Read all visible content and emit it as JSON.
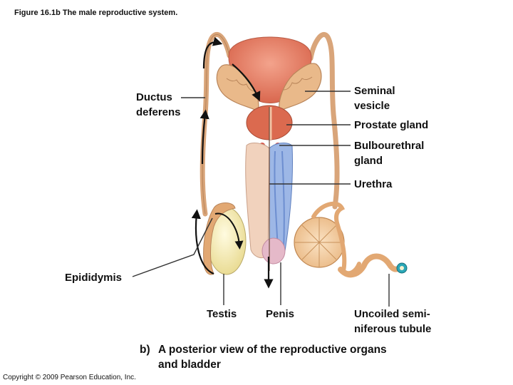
{
  "figure_title": "Figure 16.1b  The male reproductive system.",
  "labels": {
    "ductus_deferens": [
      "Ductus",
      "deferens"
    ],
    "seminal_vesicle": [
      "Seminal",
      "vesicle"
    ],
    "prostate_gland": [
      "Prostate gland"
    ],
    "bulbourethral_gland": [
      "Bulbourethral",
      "gland"
    ],
    "urethra": [
      "Urethra"
    ],
    "epididymis": [
      "Epididymis"
    ],
    "testis": [
      "Testis"
    ],
    "penis": [
      "Penis"
    ],
    "uncoiled_tubule": [
      "Uncoiled semi-",
      "niferous tubule"
    ]
  },
  "caption": {
    "prefix": "b)",
    "line1": "A posterior view of the reproductive organs",
    "line2": "and bladder"
  },
  "copyright": "Copyright © 2009 Pearson Education, Inc.",
  "colors": {
    "duct": "#d9a57a",
    "bladder": "#e8826a",
    "prostate": "#db6a4f",
    "vesicle": "#e9b98a",
    "penis_tissue": "#f1d2bd",
    "spongy_blue": "#7f9fd8",
    "testis": "#f4eab8",
    "leader_line": "#333333"
  }
}
